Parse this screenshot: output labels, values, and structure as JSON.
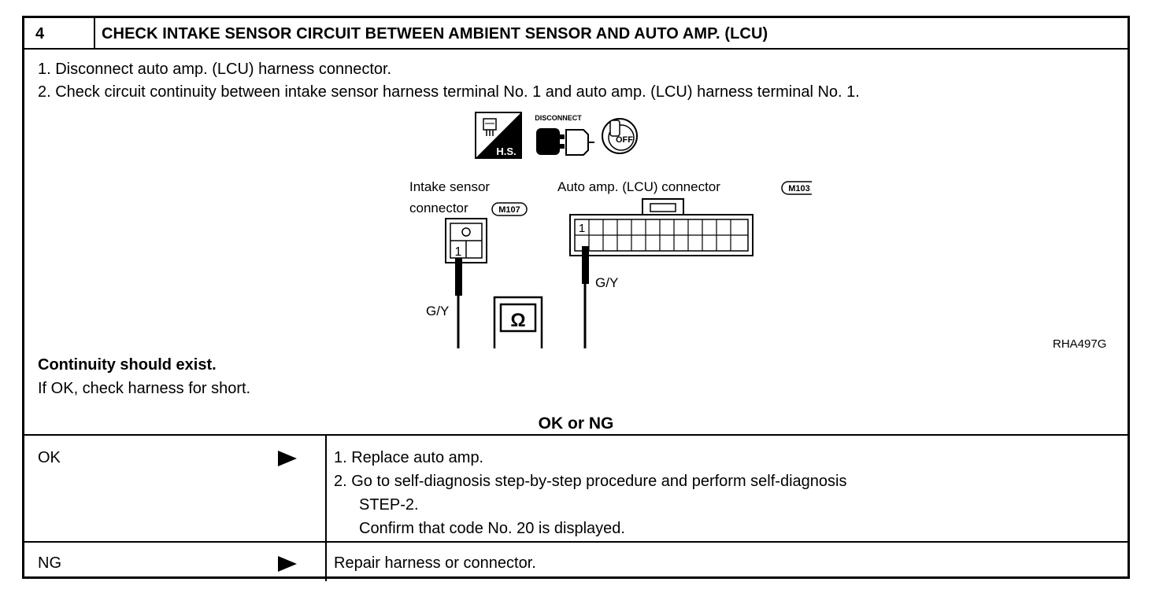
{
  "header": {
    "step_number": "4",
    "title": "CHECK INTAKE SENSOR CIRCUIT BETWEEN AMBIENT SENSOR AND AUTO AMP. (LCU)"
  },
  "instructions": [
    "1. Disconnect auto amp. (LCU) harness connector.",
    "2. Check circuit continuity between intake sensor harness terminal No. 1 and auto amp. (LCU) harness terminal No. 1."
  ],
  "diagram": {
    "hs_label": "H.S.",
    "disconnect_label": "DISCONNECT",
    "key_label": "OFF",
    "intake_connector_label_1": "Intake sensor",
    "intake_connector_label_2": "connector",
    "intake_connector_id": "M107",
    "amp_connector_label": "Auto amp. (LCU) connector",
    "amp_connector_id": "M103",
    "terminal_intake": "1",
    "terminal_amp": "1",
    "wire_left": "G/Y",
    "wire_right": "G/Y",
    "meter_symbol": "Ω",
    "figure_code": "RHA497G"
  },
  "criteria": {
    "bold_text": "Continuity should exist.",
    "note": "If OK, check harness for short."
  },
  "decision_label": "OK or NG",
  "results": [
    {
      "key": "OK",
      "lines": [
        "1. Replace auto amp.",
        "2. Go to self-diagnosis step-by-step procedure  and perform self-diagnosis",
        "STEP-2.",
        "Confirm that code No. 20 is displayed."
      ]
    },
    {
      "key": "NG",
      "lines": [
        "Repair harness or connector."
      ]
    }
  ]
}
